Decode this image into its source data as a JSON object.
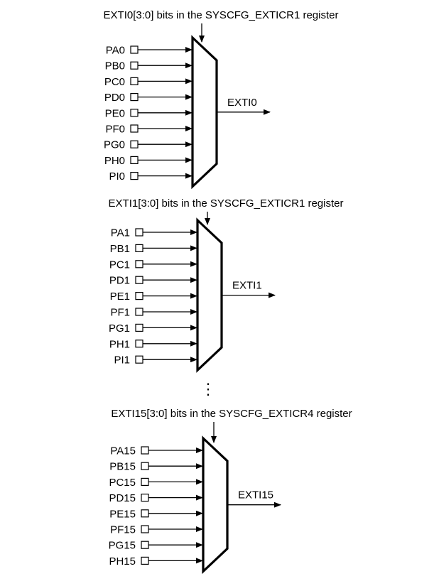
{
  "muxes": [
    {
      "title": "EXTI0[3:0] bits in the SYSCFG_EXTICR1 register",
      "output": "EXTI0",
      "inputs": [
        "PA0",
        "PB0",
        "PC0",
        "PD0",
        "PE0",
        "PF0",
        "PG0",
        "PH0",
        "PI0"
      ]
    },
    {
      "title": "EXTI1[3:0] bits in the SYSCFG_EXTICR1 register",
      "output": "EXTI1",
      "inputs": [
        "PA1",
        "PB1",
        "PC1",
        "PD1",
        "PE1",
        "PF1",
        "PG1",
        "PH1",
        "PI1"
      ]
    },
    {
      "title": "EXTI15[3:0] bits in the SYSCFG_EXTICR4 register",
      "output": "EXTI15",
      "inputs": [
        "PA15",
        "PB15",
        "PC15",
        "PD15",
        "PE15",
        "PF15",
        "PG15",
        "PH15"
      ]
    }
  ],
  "ellipsis": "⋮"
}
